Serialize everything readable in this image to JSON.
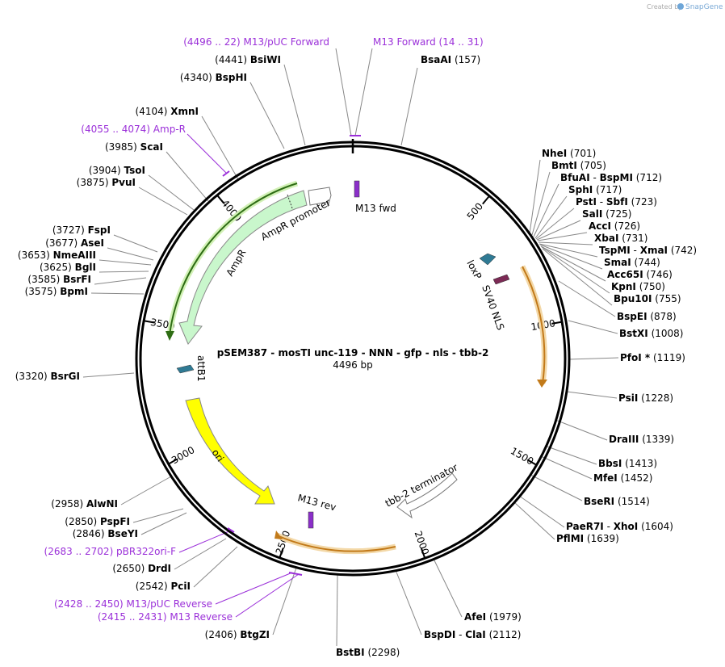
{
  "watermark": {
    "prefix": "Created by",
    "brand": "SnapGene"
  },
  "plasmid": {
    "name": "pSEM387 - mosTI unc-119 - NNN - gfp - nls - tbb-2",
    "length": "4496 bp"
  },
  "ticks": [
    "500",
    "1000",
    "1500",
    "2000",
    "2500",
    "3000",
    "3500",
    "4000"
  ],
  "features": {
    "ampr_promoter": "AmpR promoter",
    "ampr": "AmpR",
    "m13_fwd": "M13 fwd",
    "loxp": "loxP",
    "sv40": "SV40 NLS",
    "attb1": "attB1",
    "ori": "ori",
    "m13_rev": "M13 rev",
    "tbb2": "tbb-2 terminator"
  },
  "primers_top": [
    {
      "pos": "(4496 .. 22)",
      "name": "M13/pUC Forward"
    },
    {
      "name": "M13 Forward",
      "pos": "(14 .. 31)"
    }
  ],
  "primers_left": [
    {
      "pos": "(4055 .. 4074)",
      "name": "Amp-R"
    },
    {
      "pos": "(2683 .. 2702)",
      "name": "pBR322ori-F"
    },
    {
      "pos": "(2428 .. 2450)",
      "name": "M13/pUC Reverse"
    },
    {
      "pos": "(2415 .. 2431)",
      "name": "M13 Reverse"
    }
  ],
  "sites_right": [
    {
      "name": "BsaAI",
      "pos": "(157)"
    },
    {
      "name": "NheI",
      "pos": "(701)"
    },
    {
      "name": "BmtI",
      "pos": "(705)"
    },
    {
      "name": "BfuAI",
      "name2": "BspMI",
      "pos": "(712)"
    },
    {
      "name": "SphI",
      "pos": "(717)"
    },
    {
      "name": "PstI",
      "name2": "SbfI",
      "pos": "(723)"
    },
    {
      "name": "SalI",
      "pos": "(725)"
    },
    {
      "name": "AccI",
      "pos": "(726)"
    },
    {
      "name": "XbaI",
      "pos": "(731)"
    },
    {
      "name": "TspMI",
      "name2": "XmaI",
      "pos": "(742)"
    },
    {
      "name": "SmaI",
      "pos": "(744)"
    },
    {
      "name": "Acc65I",
      "pos": "(746)"
    },
    {
      "name": "KpnI",
      "pos": "(750)"
    },
    {
      "name": "Bpu10I",
      "pos": "(755)"
    },
    {
      "name": "BspEI",
      "pos": "(878)"
    },
    {
      "name": "BstXI",
      "pos": "(1008)"
    },
    {
      "name": "PfoI *",
      "pos": "(1119)"
    },
    {
      "name": "PsiI",
      "pos": "(1228)"
    },
    {
      "name": "DraIII",
      "pos": "(1339)"
    },
    {
      "name": "BbsI",
      "pos": "(1413)"
    },
    {
      "name": "MfeI",
      "pos": "(1452)"
    },
    {
      "name": "BseRI",
      "pos": "(1514)"
    },
    {
      "name": "PaeR7I",
      "name2": "XhoI",
      "pos": "(1604)"
    },
    {
      "name": "PflMI",
      "pos": "(1639)"
    },
    {
      "name": "AfeI",
      "pos": "(1979)"
    },
    {
      "name": "BspDI",
      "name2": "ClaI",
      "pos": "(2112)"
    }
  ],
  "sites_left": [
    {
      "pos": "(4441)",
      "name": "BsiWI"
    },
    {
      "pos": "(4340)",
      "name": "BspHI"
    },
    {
      "pos": "(4104)",
      "name": "XmnI"
    },
    {
      "pos": "(3985)",
      "name": "ScaI"
    },
    {
      "pos": "(3904)",
      "name": "TsoI"
    },
    {
      "pos": "(3875)",
      "name": "PvuI"
    },
    {
      "pos": "(3727)",
      "name": "FspI"
    },
    {
      "pos": "(3677)",
      "name": "AseI"
    },
    {
      "pos": "(3653)",
      "name": "NmeAIII"
    },
    {
      "pos": "(3625)",
      "name": "BglI"
    },
    {
      "pos": "(3585)",
      "name": "BsrFI"
    },
    {
      "pos": "(3575)",
      "name": "BpmI"
    },
    {
      "pos": "(3320)",
      "name": "BsrGI"
    },
    {
      "pos": "(2958)",
      "name": "AlwNI"
    },
    {
      "pos": "(2850)",
      "name": "PspFI"
    },
    {
      "pos": "(2846)",
      "name": "BseYI"
    },
    {
      "pos": "(2650)",
      "name": "DrdI"
    },
    {
      "pos": "(2542)",
      "name": "PciI"
    },
    {
      "pos": "(2406)",
      "name": "BtgZI"
    }
  ],
  "sites_bottom": [
    {
      "name": "BstBI",
      "pos": "(2298)"
    }
  ]
}
